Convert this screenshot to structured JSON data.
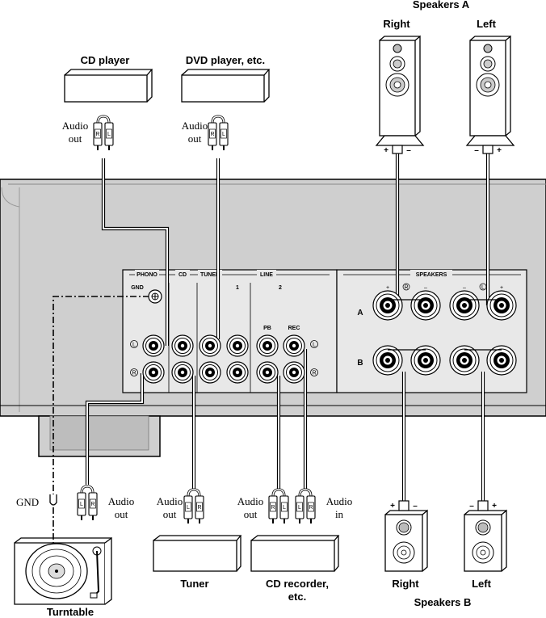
{
  "sources": {
    "cd_player": "CD player",
    "dvd_player": "DVD player, etc.",
    "tuner": "Tuner",
    "cd_recorder_1": "CD recorder,",
    "cd_recorder_2": "etc.",
    "turntable": "Turntable"
  },
  "jack_labels": {
    "audio": "Audio",
    "out": "out",
    "in": "in",
    "gnd": "GND",
    "r": "R",
    "l": "L"
  },
  "speakers": {
    "a_title": "Speakers A",
    "b_title": "Speakers B",
    "right": "Right",
    "left": "Left",
    "plus": "+",
    "minus": "–"
  },
  "panel": {
    "phono": "PHONO",
    "cd": "CD",
    "tuner": "TUNER",
    "line": "LINE",
    "line1": "1",
    "line2": "2",
    "pb": "PB",
    "rec": "REC",
    "gnd": "GND",
    "speakers": "SPEAKERS",
    "row_a": "A",
    "row_b": "B",
    "circ_l": "L",
    "circ_r": "R"
  },
  "colors": {
    "chassis": "#c9c9c9",
    "panel_face": "#e6e6e6",
    "stroke": "#000000"
  }
}
